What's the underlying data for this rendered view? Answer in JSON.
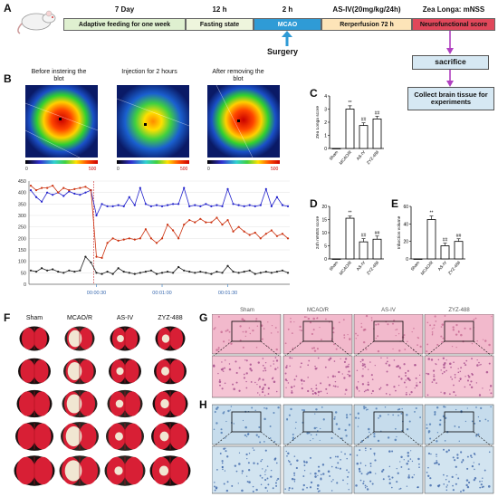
{
  "panels": {
    "A": "A",
    "B": "B",
    "C": "C",
    "D": "D",
    "E": "E",
    "F": "F",
    "G": "G",
    "H": "H"
  },
  "timeline": {
    "top": [
      "7 Day",
      "12 h",
      "2 h",
      "AS-IV(20mg/kg/24h)",
      "Zea Longa: mNSS"
    ],
    "segments": [
      "Adaptive feeding for one week",
      "Fasting state",
      "MCAO",
      "Rerperfusion 72 h",
      "Neurofunctional score"
    ],
    "surgery": "Surgery",
    "colors": {
      "feed": "#dff0d0",
      "fast": "#eef5dd",
      "mcao": "#2f9bd6",
      "reperf": "#fde4b8",
      "neuro": "#e0475a"
    }
  },
  "flow": [
    "sacrifice",
    "Collect brain tissue for experiments"
  ],
  "heatmaps": {
    "captions": [
      "Before instering the blot",
      "Injection for 2 hours",
      "After removing the blot"
    ],
    "scale_min": "0",
    "scale_max": "500"
  },
  "groups": [
    "Sham",
    "MCAO/R",
    "AS-IV",
    "ZYZ-488"
  ],
  "bar_charts": [
    {
      "panel": "C",
      "ylabel": "Zea Longa score",
      "ylim": [
        0,
        4
      ],
      "yticks": [
        "0",
        "1",
        "2",
        "3",
        "4"
      ],
      "values": [
        0,
        3.0,
        1.75,
        2.25
      ],
      "errors": [
        0,
        0.25,
        0.2,
        0.2
      ],
      "sig": [
        "",
        "**",
        "##",
        "##"
      ]
    },
    {
      "panel": "D",
      "ylabel": "24h mNSS score",
      "ylim": [
        0,
        20
      ],
      "yticks": [
        "0",
        "5",
        "10",
        "15",
        "20"
      ],
      "values": [
        0,
        15.5,
        6.5,
        7.5
      ],
      "errors": [
        0,
        0.8,
        1.2,
        1.2
      ],
      "sig": [
        "",
        "**",
        "##",
        "##"
      ]
    },
    {
      "panel": "E",
      "ylabel": "Infarction volume",
      "ylim": [
        0,
        60
      ],
      "yticks": [
        "0",
        "20",
        "40",
        "60"
      ],
      "values": [
        0,
        45,
        15,
        20
      ],
      "errors": [
        0,
        4,
        3,
        3
      ],
      "sig": [
        "",
        "**",
        "##",
        "##"
      ]
    }
  ],
  "chart_data": {
    "type": "line",
    "ylim": [
      0,
      450
    ],
    "yticks": [
      "0",
      "50",
      "100",
      "150",
      "200",
      "250",
      "300",
      "350",
      "400",
      "450"
    ],
    "xticks": [
      "00:00:30",
      "00:01:00",
      "00:01:30"
    ],
    "xtick_pos": [
      12,
      24,
      36
    ],
    "series": [
      {
        "color": "#2222cc",
        "values": [
          410,
          380,
          360,
          400,
          390,
          400,
          385,
          405,
          395,
          390,
          400,
          410,
          300,
          350,
          340,
          340,
          345,
          340,
          380,
          345,
          420,
          350,
          340,
          345,
          340,
          345,
          350,
          350,
          420,
          340,
          345,
          340,
          350,
          340,
          345,
          340,
          415,
          350,
          345,
          340,
          345,
          340,
          345,
          415,
          340,
          380,
          345,
          340
        ]
      },
      {
        "color": "#cc3311",
        "values": [
          430,
          410,
          420,
          420,
          430,
          400,
          420,
          410,
          415,
          420,
          425,
          410,
          120,
          115,
          180,
          200,
          190,
          195,
          200,
          195,
          200,
          240,
          200,
          180,
          200,
          260,
          235,
          200,
          260,
          280,
          270,
          285,
          270,
          270,
          290,
          260,
          280,
          230,
          250,
          230,
          215,
          225,
          200,
          220,
          235,
          210,
          220,
          200
        ]
      },
      {
        "color": "#222222",
        "values": [
          60,
          55,
          70,
          60,
          65,
          55,
          50,
          60,
          55,
          60,
          120,
          95,
          50,
          45,
          55,
          45,
          70,
          55,
          50,
          45,
          50,
          55,
          60,
          45,
          50,
          55,
          50,
          75,
          60,
          55,
          50,
          55,
          50,
          45,
          55,
          50,
          80,
          55,
          50,
          55,
          60,
          45,
          50,
          55,
          50,
          55,
          60,
          50
        ]
      }
    ]
  },
  "tissue_headers": [
    "Sham",
    "MCAO/R",
    "AS-IV",
    "ZYZ-488"
  ]
}
